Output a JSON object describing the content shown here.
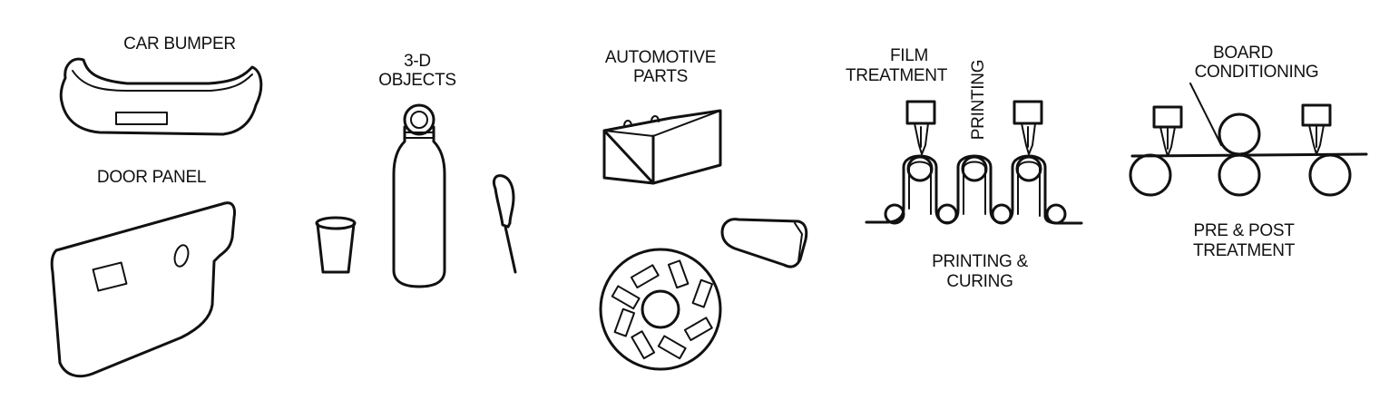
{
  "labels": {
    "car_bumper": "CAR BUMPER",
    "door_panel": "DOOR PANEL",
    "objects_line1": "3-D",
    "objects_line2": "OBJECTS",
    "automotive_line1": "AUTOMOTIVE",
    "automotive_line2": "PARTS",
    "film_line1": "FILM",
    "film_line2": "TREATMENT",
    "printing_vertical": "PRINTING",
    "printing_curing_line1": "PRINTING &",
    "printing_curing_line2": "CURING",
    "board_line1": "BOARD",
    "board_line2": "CONDITIONING",
    "prepost_line1": "PRE & POST",
    "prepost_line2": "TREATMENT"
  }
}
